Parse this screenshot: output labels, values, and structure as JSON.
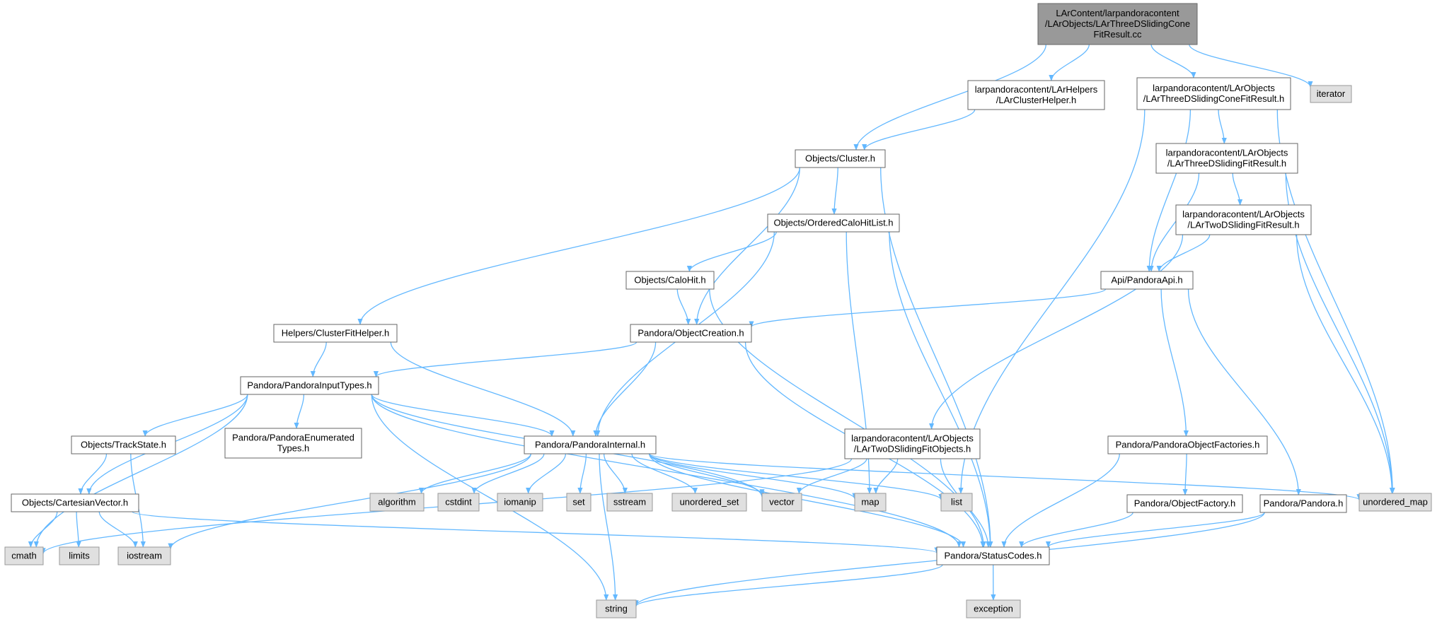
{
  "colors": {
    "edge": "#63b8ff",
    "root_fill": "#999999",
    "root_border": "#666666",
    "header_fill": "#ffffff",
    "header_border": "#666666",
    "system_fill": "#e0e0e0",
    "system_border": "#999999"
  },
  "graph": {
    "nodes": [
      {
        "id": "root",
        "kind": "root",
        "lines": [
          "LArContent/larpandoracontent",
          "/LArObjects/LArThreeDSlidingCone",
          "FitResult.cc"
        ]
      },
      {
        "id": "clusterhelper",
        "kind": "header",
        "lines": [
          "larpandoracontent/LArHelpers",
          "/LArClusterHelper.h"
        ]
      },
      {
        "id": "conefit",
        "kind": "header",
        "lines": [
          "larpandoracontent/LArObjects",
          "/LArThreeDSlidingConeFitResult.h"
        ]
      },
      {
        "id": "iterator",
        "kind": "system",
        "lines": [
          "iterator"
        ]
      },
      {
        "id": "cluster",
        "kind": "header",
        "lines": [
          "Objects/Cluster.h"
        ]
      },
      {
        "id": "threedfit",
        "kind": "header",
        "lines": [
          "larpandoracontent/LArObjects",
          "/LArThreeDSlidingFitResult.h"
        ]
      },
      {
        "id": "orderedcalo",
        "kind": "header",
        "lines": [
          "Objects/OrderedCaloHitList.h"
        ]
      },
      {
        "id": "twodfit",
        "kind": "header",
        "lines": [
          "larpandoracontent/LArObjects",
          "/LArTwoDSlidingFitResult.h"
        ]
      },
      {
        "id": "calohit",
        "kind": "header",
        "lines": [
          "Objects/CaloHit.h"
        ]
      },
      {
        "id": "pandoraapi",
        "kind": "header",
        "lines": [
          "Api/PandoraApi.h"
        ]
      },
      {
        "id": "clusterfithelper",
        "kind": "header",
        "lines": [
          "Helpers/ClusterFitHelper.h"
        ]
      },
      {
        "id": "objectcreation",
        "kind": "header",
        "lines": [
          "Pandora/ObjectCreation.h"
        ]
      },
      {
        "id": "inputtypes",
        "kind": "header",
        "lines": [
          "Pandora/PandoraInputTypes.h"
        ]
      },
      {
        "id": "enumtypes",
        "kind": "header",
        "lines": [
          "Pandora/PandoraEnumerated",
          "Types.h"
        ]
      },
      {
        "id": "trackstate",
        "kind": "header",
        "lines": [
          "Objects/TrackState.h"
        ]
      },
      {
        "id": "internal",
        "kind": "header",
        "lines": [
          "Pandora/PandoraInternal.h"
        ]
      },
      {
        "id": "twodfitobjects",
        "kind": "header",
        "lines": [
          "larpandoracontent/LArObjects",
          "/LArTwoDSlidingFitObjects.h"
        ]
      },
      {
        "id": "objectfactories",
        "kind": "header",
        "lines": [
          "Pandora/PandoraObjectFactories.h"
        ]
      },
      {
        "id": "cartesian",
        "kind": "header",
        "lines": [
          "Objects/CartesianVector.h"
        ]
      },
      {
        "id": "objectfactory",
        "kind": "header",
        "lines": [
          "Pandora/ObjectFactory.h"
        ]
      },
      {
        "id": "pandora",
        "kind": "header",
        "lines": [
          "Pandora/Pandora.h"
        ]
      },
      {
        "id": "algorithm",
        "kind": "system",
        "lines": [
          "algorithm"
        ]
      },
      {
        "id": "cstdint",
        "kind": "system",
        "lines": [
          "cstdint"
        ]
      },
      {
        "id": "iomanip",
        "kind": "system",
        "lines": [
          "iomanip"
        ]
      },
      {
        "id": "set",
        "kind": "system",
        "lines": [
          "set"
        ]
      },
      {
        "id": "sstream",
        "kind": "system",
        "lines": [
          "sstream"
        ]
      },
      {
        "id": "unordered_set",
        "kind": "system",
        "lines": [
          "unordered_set"
        ]
      },
      {
        "id": "vector",
        "kind": "system",
        "lines": [
          "vector"
        ]
      },
      {
        "id": "map",
        "kind": "system",
        "lines": [
          "map"
        ]
      },
      {
        "id": "list",
        "kind": "system",
        "lines": [
          "list"
        ]
      },
      {
        "id": "unordered_map",
        "kind": "system",
        "lines": [
          "unordered_map"
        ]
      },
      {
        "id": "cmath",
        "kind": "system",
        "lines": [
          "cmath"
        ]
      },
      {
        "id": "limits",
        "kind": "system",
        "lines": [
          "limits"
        ]
      },
      {
        "id": "iostream",
        "kind": "system",
        "lines": [
          "iostream"
        ]
      },
      {
        "id": "statuscodes",
        "kind": "header",
        "lines": [
          "Pandora/StatusCodes.h"
        ]
      },
      {
        "id": "string",
        "kind": "system",
        "lines": [
          "string"
        ]
      },
      {
        "id": "exception",
        "kind": "system",
        "lines": [
          "exception"
        ]
      }
    ],
    "edges": [
      [
        "root",
        "clusterhelper"
      ],
      [
        "root",
        "conefit"
      ],
      [
        "root",
        "iterator"
      ],
      [
        "root",
        "cluster"
      ],
      [
        "clusterhelper",
        "cluster"
      ],
      [
        "conefit",
        "threedfit"
      ],
      [
        "conefit",
        "pandoraapi"
      ],
      [
        "conefit",
        "list"
      ],
      [
        "conefit",
        "unordered_map"
      ],
      [
        "threedfit",
        "twodfit"
      ],
      [
        "threedfit",
        "pandoraapi"
      ],
      [
        "threedfit",
        "unordered_map"
      ],
      [
        "twodfit",
        "pandoraapi"
      ],
      [
        "twodfit",
        "twodfitobjects"
      ],
      [
        "twodfit",
        "unordered_map"
      ],
      [
        "cluster",
        "orderedcalo"
      ],
      [
        "cluster",
        "clusterfithelper"
      ],
      [
        "cluster",
        "objectcreation"
      ],
      [
        "cluster",
        "statuscodes"
      ],
      [
        "orderedcalo",
        "calohit"
      ],
      [
        "orderedcalo",
        "internal"
      ],
      [
        "orderedcalo",
        "map"
      ],
      [
        "orderedcalo",
        "statuscodes"
      ],
      [
        "calohit",
        "objectcreation"
      ],
      [
        "calohit",
        "statuscodes"
      ],
      [
        "pandoraapi",
        "objectcreation"
      ],
      [
        "pandoraapi",
        "objectfactories"
      ],
      [
        "pandoraapi",
        "pandora"
      ],
      [
        "clusterfithelper",
        "inputtypes"
      ],
      [
        "clusterfithelper",
        "internal"
      ],
      [
        "objectcreation",
        "inputtypes"
      ],
      [
        "objectcreation",
        "internal"
      ],
      [
        "objectcreation",
        "statuscodes"
      ],
      [
        "inputtypes",
        "enumtypes"
      ],
      [
        "inputtypes",
        "trackstate"
      ],
      [
        "inputtypes",
        "internal"
      ],
      [
        "inputtypes",
        "cartesian"
      ],
      [
        "inputtypes",
        "cmath"
      ],
      [
        "inputtypes",
        "vector"
      ],
      [
        "inputtypes",
        "string"
      ],
      [
        "inputtypes",
        "statuscodes"
      ],
      [
        "trackstate",
        "cartesian"
      ],
      [
        "trackstate",
        "iostream"
      ],
      [
        "internal",
        "algorithm"
      ],
      [
        "internal",
        "cstdint"
      ],
      [
        "internal",
        "iomanip"
      ],
      [
        "internal",
        "set"
      ],
      [
        "internal",
        "sstream"
      ],
      [
        "internal",
        "unordered_set"
      ],
      [
        "internal",
        "vector"
      ],
      [
        "internal",
        "map"
      ],
      [
        "internal",
        "list"
      ],
      [
        "internal",
        "unordered_map"
      ],
      [
        "internal",
        "iostream"
      ],
      [
        "internal",
        "string"
      ],
      [
        "internal",
        "statuscodes"
      ],
      [
        "twodfitobjects",
        "vector"
      ],
      [
        "twodfitobjects",
        "map"
      ],
      [
        "twodfitobjects",
        "statuscodes"
      ],
      [
        "twodfitobjects",
        "cmath"
      ],
      [
        "cartesian",
        "cmath"
      ],
      [
        "cartesian",
        "limits"
      ],
      [
        "cartesian",
        "iostream"
      ],
      [
        "cartesian",
        "statuscodes"
      ],
      [
        "objectfactories",
        "objectfactory"
      ],
      [
        "objectfactories",
        "statuscodes"
      ],
      [
        "objectfactory",
        "statuscodes"
      ],
      [
        "pandora",
        "statuscodes"
      ],
      [
        "pandora",
        "string"
      ],
      [
        "statuscodes",
        "exception"
      ],
      [
        "statuscodes",
        "string"
      ]
    ]
  }
}
